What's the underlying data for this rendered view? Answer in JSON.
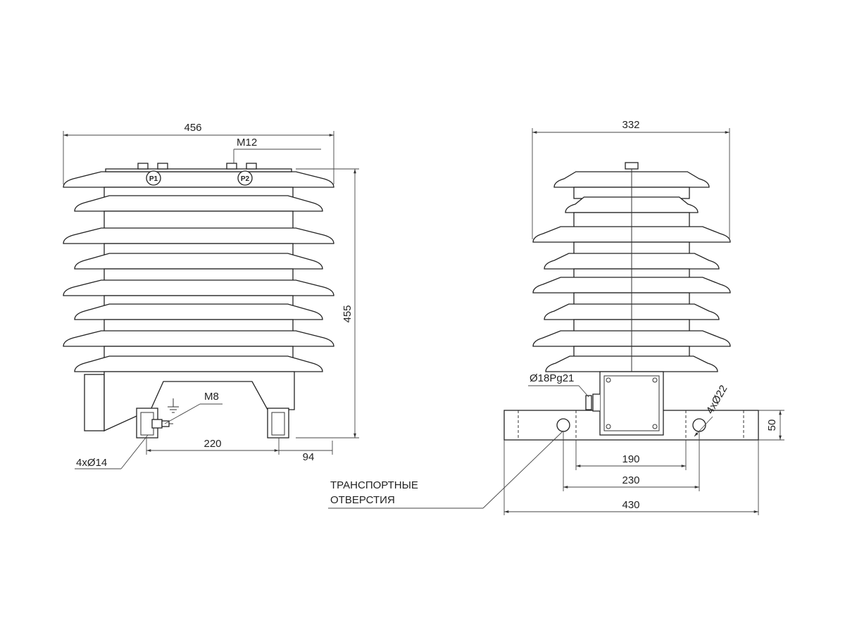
{
  "palette": {
    "ink": "#222222",
    "background": "#ffffff"
  },
  "front_view": {
    "dim_width": "456",
    "dim_height": "455",
    "thread_top": "M12",
    "terminal_p1": "P1",
    "terminal_p2": "P2",
    "thread_ground": "M8",
    "dim_holes_spacing": "220",
    "dim_offset": "94",
    "holes": "4xØ14"
  },
  "side_view": {
    "dim_width": "332",
    "gland": "Ø18Pg21",
    "holes": "4xØ22",
    "dim_base_height": "50",
    "dim_190": "190",
    "dim_230": "230",
    "dim_430": "430",
    "transport_label_line1": "ТРАНСПОРТНЫЕ",
    "transport_label_line2": "ОТВЕРСТИЯ"
  }
}
